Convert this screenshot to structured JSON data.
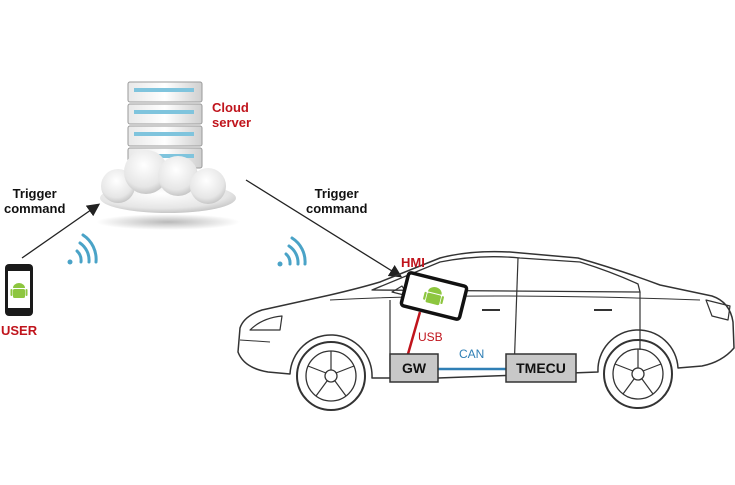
{
  "labels": {
    "cloud_server": [
      "Cloud",
      "server"
    ],
    "trigger_left": [
      "Trigger",
      "command"
    ],
    "trigger_right": [
      "Trigger",
      "command"
    ],
    "user": "USER",
    "hmi": "HMI",
    "usb": "USB",
    "can": "CAN",
    "gw": "GW",
    "tmecu": "TMECU"
  },
  "colors": {
    "red_label": "#c0141c",
    "usb_line": "#c0141c",
    "can_line": "#2f7fb5",
    "wifi": "#4aa3c7",
    "android": "#8dc63f",
    "box_fill": "#c8c8c8",
    "server_stripe": "#7fc4dd"
  },
  "icons": [
    "smartphone-icon",
    "android-icon",
    "wifi-icon",
    "cloud-icon",
    "server-rack-icon",
    "tablet-icon",
    "car-icon"
  ]
}
